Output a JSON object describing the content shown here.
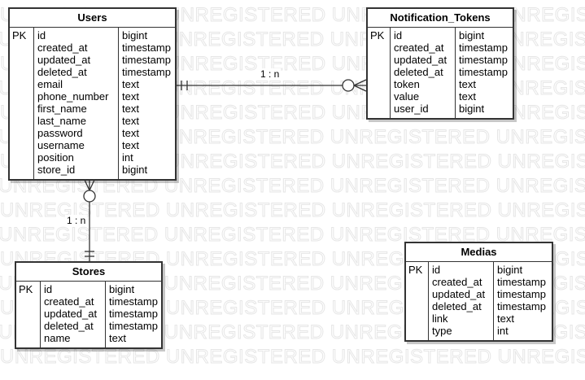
{
  "watermark_text": "UNREGISTERED",
  "colors": {
    "stroke": "#333333",
    "watermark": "#e6e6e6",
    "background": "#ffffff"
  },
  "entities": [
    {
      "id": "users",
      "title": "Users",
      "key_label": "PK",
      "fields": [
        {
          "name": "id",
          "type": "bigint"
        },
        {
          "name": "created_at",
          "type": "timestamp"
        },
        {
          "name": "updated_at",
          "type": "timestamp"
        },
        {
          "name": "deleted_at",
          "type": "timestamp"
        },
        {
          "name": "email",
          "type": "text"
        },
        {
          "name": "phone_number",
          "type": "text"
        },
        {
          "name": "first_name",
          "type": "text"
        },
        {
          "name": "last_name",
          "type": "text"
        },
        {
          "name": "password",
          "type": "text"
        },
        {
          "name": "username",
          "type": "text"
        },
        {
          "name": "position",
          "type": "int"
        },
        {
          "name": "store_id",
          "type": "bigint"
        }
      ]
    },
    {
      "id": "notification_tokens",
      "title": "Notification_Tokens",
      "key_label": "PK",
      "fields": [
        {
          "name": "id",
          "type": "bigint"
        },
        {
          "name": "created_at",
          "type": "timestamp"
        },
        {
          "name": "updated_at",
          "type": "timestamp"
        },
        {
          "name": "deleted_at",
          "type": "timestamp"
        },
        {
          "name": "token",
          "type": "text"
        },
        {
          "name": "value",
          "type": "text"
        },
        {
          "name": "user_id",
          "type": "bigint"
        }
      ]
    },
    {
      "id": "stores",
      "title": "Stores",
      "key_label": "PK",
      "fields": [
        {
          "name": "id",
          "type": "bigint"
        },
        {
          "name": "created_at",
          "type": "timestamp"
        },
        {
          "name": "updated_at",
          "type": "timestamp"
        },
        {
          "name": "deleted_at",
          "type": "timestamp"
        },
        {
          "name": "name",
          "type": "text"
        }
      ]
    },
    {
      "id": "medias",
      "title": "Medias",
      "key_label": "PK",
      "fields": [
        {
          "name": "id",
          "type": "bigint"
        },
        {
          "name": "created_at",
          "type": "timestamp"
        },
        {
          "name": "updated_at",
          "type": "timestamp"
        },
        {
          "name": "deleted_at",
          "type": "timestamp"
        },
        {
          "name": "link",
          "type": "text"
        },
        {
          "name": "type",
          "type": "int"
        }
      ]
    }
  ],
  "relationships": [
    {
      "id": "users-notification-tokens",
      "from": "users",
      "to": "notification_tokens",
      "label": "1 : n",
      "from_end": "one",
      "to_end": "zero-or-many"
    },
    {
      "id": "stores-users",
      "from": "stores",
      "to": "users",
      "label": "1 : n",
      "from_end": "one",
      "to_end": "zero-or-many"
    }
  ]
}
